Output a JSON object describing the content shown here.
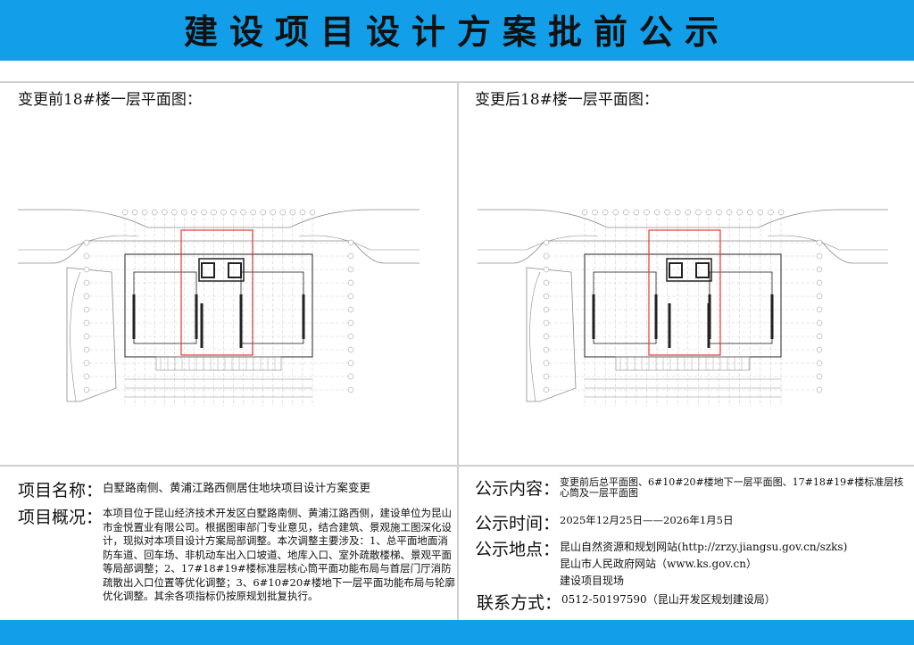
{
  "header": {
    "title": "建设项目设计方案批前公示"
  },
  "plans": {
    "before": {
      "caption": "变更前18#楼一层平面图："
    },
    "after": {
      "caption": "变更后18#楼一层平面图："
    },
    "highlight_color": "#e53935"
  },
  "project": {
    "name_label": "项目名称：",
    "name": "白墅路南侧、黄浦江路西侧居住地块项目设计方案变更",
    "overview_label": "项目概况：",
    "overview": "本项目位于昆山经济技术开发区白墅路南侧、黄浦江路西侧，建设单位为昆山市金悦置业有限公司。根据图审部门专业意见，结合建筑、景观施工图深化设计，现拟对本项目设计方案局部调整。本次调整主要涉及：1、总平面地面消防车道、回车场、非机动车出入口坡道、地库入口、室外疏散楼梯、景观平面等局部调整；2、17#18#19#楼标准层核心筒平面功能布局与首层门厅消防疏散出入口位置等优化调整；3、6#10#20#楼地下一层平面功能布局与轮廓优化调整。其余各项指标仍按原规划批复执行。"
  },
  "notice": {
    "content_label": "公示内容：",
    "content": "变更前后总平面图、6#10#20#楼地下一层平面图、17#18#19#楼标准层核心筒及一层平面图",
    "time_label": "公示时间：",
    "time": "2025年12月25日——2026年1月5日",
    "place_label": "公示地点：",
    "places": [
      "昆山自然资源和规划网站(http://zrzy.jiangsu.gov.cn/szks)",
      "昆山市人民政府网站（www.ks.gov.cn）",
      "建设项目现场"
    ],
    "contact_label": "联系方式：",
    "contact": "0512-50197590（昆山开发区规划建设局）"
  }
}
